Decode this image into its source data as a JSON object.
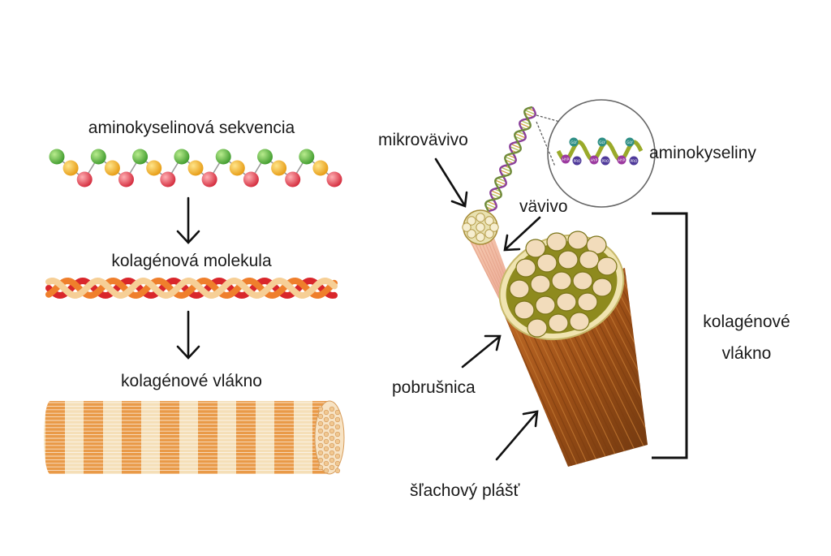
{
  "labels": {
    "amino_sequence": "aminokyselinová sekvencia",
    "collagen_molecule": "kolagénová molekula",
    "collagen_fiber_left": "kolagénové vlákno",
    "microfibril": "mikrovävivo",
    "fibril": "vävivo",
    "amino_acids": "aminokyseliny",
    "collagen_fiber_right_line1": "kolagénové",
    "collagen_fiber_right_line2": "vlákno",
    "perimysium": "pobrušnica",
    "tendon_sheath": "šľachový plášť"
  },
  "inset_codes": [
    "GLY",
    "HYP",
    "PRO",
    "GLY",
    "HYP",
    "PRO",
    "GLY",
    "HYP",
    "PRO"
  ],
  "colors": {
    "green": "#5fb846",
    "yellow": "#f6b624",
    "red": "#e8404a",
    "helix_red": "#d9262b",
    "helix_orange": "#ef7f2c",
    "helix_cream": "#f6cf96",
    "fiber_orange": "#e99a48",
    "fiber_cream": "#f5dfb8",
    "bundle_brown": "#a3521c",
    "bundle_olive": "#8e8a1e",
    "bundle_cream": "#f2dcbb",
    "text": "#1a1a1a"
  }
}
